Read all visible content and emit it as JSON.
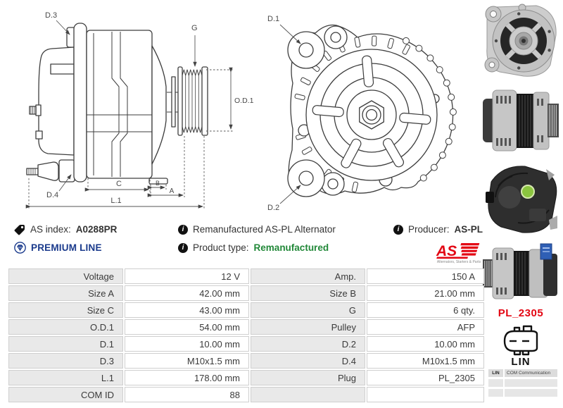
{
  "side_drawing": {
    "d3": "D.3",
    "g": "G",
    "od1": "O.D.1",
    "d4": "D.4",
    "c": "C",
    "b": "B",
    "a": "A",
    "l1": "L.1"
  },
  "front_drawing": {
    "d1": "D.1",
    "d2": "D.2"
  },
  "info": {
    "as_index_label": "AS index:",
    "as_index_value": "A0288PR",
    "premium_line": "PREMIUM LINE",
    "description": "Remanufactured AS-PL Alternator",
    "product_type_label": "Product type:",
    "product_type_value": "Remanufactured",
    "producer_label": "Producer:",
    "producer_value": "AS-PL",
    "logo_text": "AS",
    "logo_tagline": "Alternators, Starters & Parts"
  },
  "spec_table": {
    "rows": [
      [
        "Voltage",
        "12 V",
        "Amp.",
        "150 A"
      ],
      [
        "Size A",
        "42.00 mm",
        "Size B",
        "21.00 mm"
      ],
      [
        "Size C",
        "43.00 mm",
        "G",
        "6 qty."
      ],
      [
        "O.D.1",
        "54.00 mm",
        "Pulley",
        "AFP"
      ],
      [
        "D.1",
        "10.00 mm",
        "D.2",
        "10.00 mm"
      ],
      [
        "D.3",
        "M10x1.5 mm",
        "D.4",
        "M10x1.5 mm"
      ],
      [
        "L.1",
        "178.00 mm",
        "Plug",
        "PL_2305"
      ],
      [
        "COM ID",
        "88",
        "",
        ""
      ]
    ]
  },
  "plug": {
    "code": "PL_2305",
    "connector_label": "LIN"
  },
  "com_table": {
    "col1": "LIN",
    "col2": "COM Communication"
  },
  "colors": {
    "brand_red": "#e30613",
    "premium_blue": "#1a3a8c",
    "type_green": "#218838",
    "table_label_bg": "#e9e9e9",
    "table_border": "#cfcfcf",
    "sticker_green": "#8bc53f",
    "sticker_blue": "#2f5fb5"
  }
}
